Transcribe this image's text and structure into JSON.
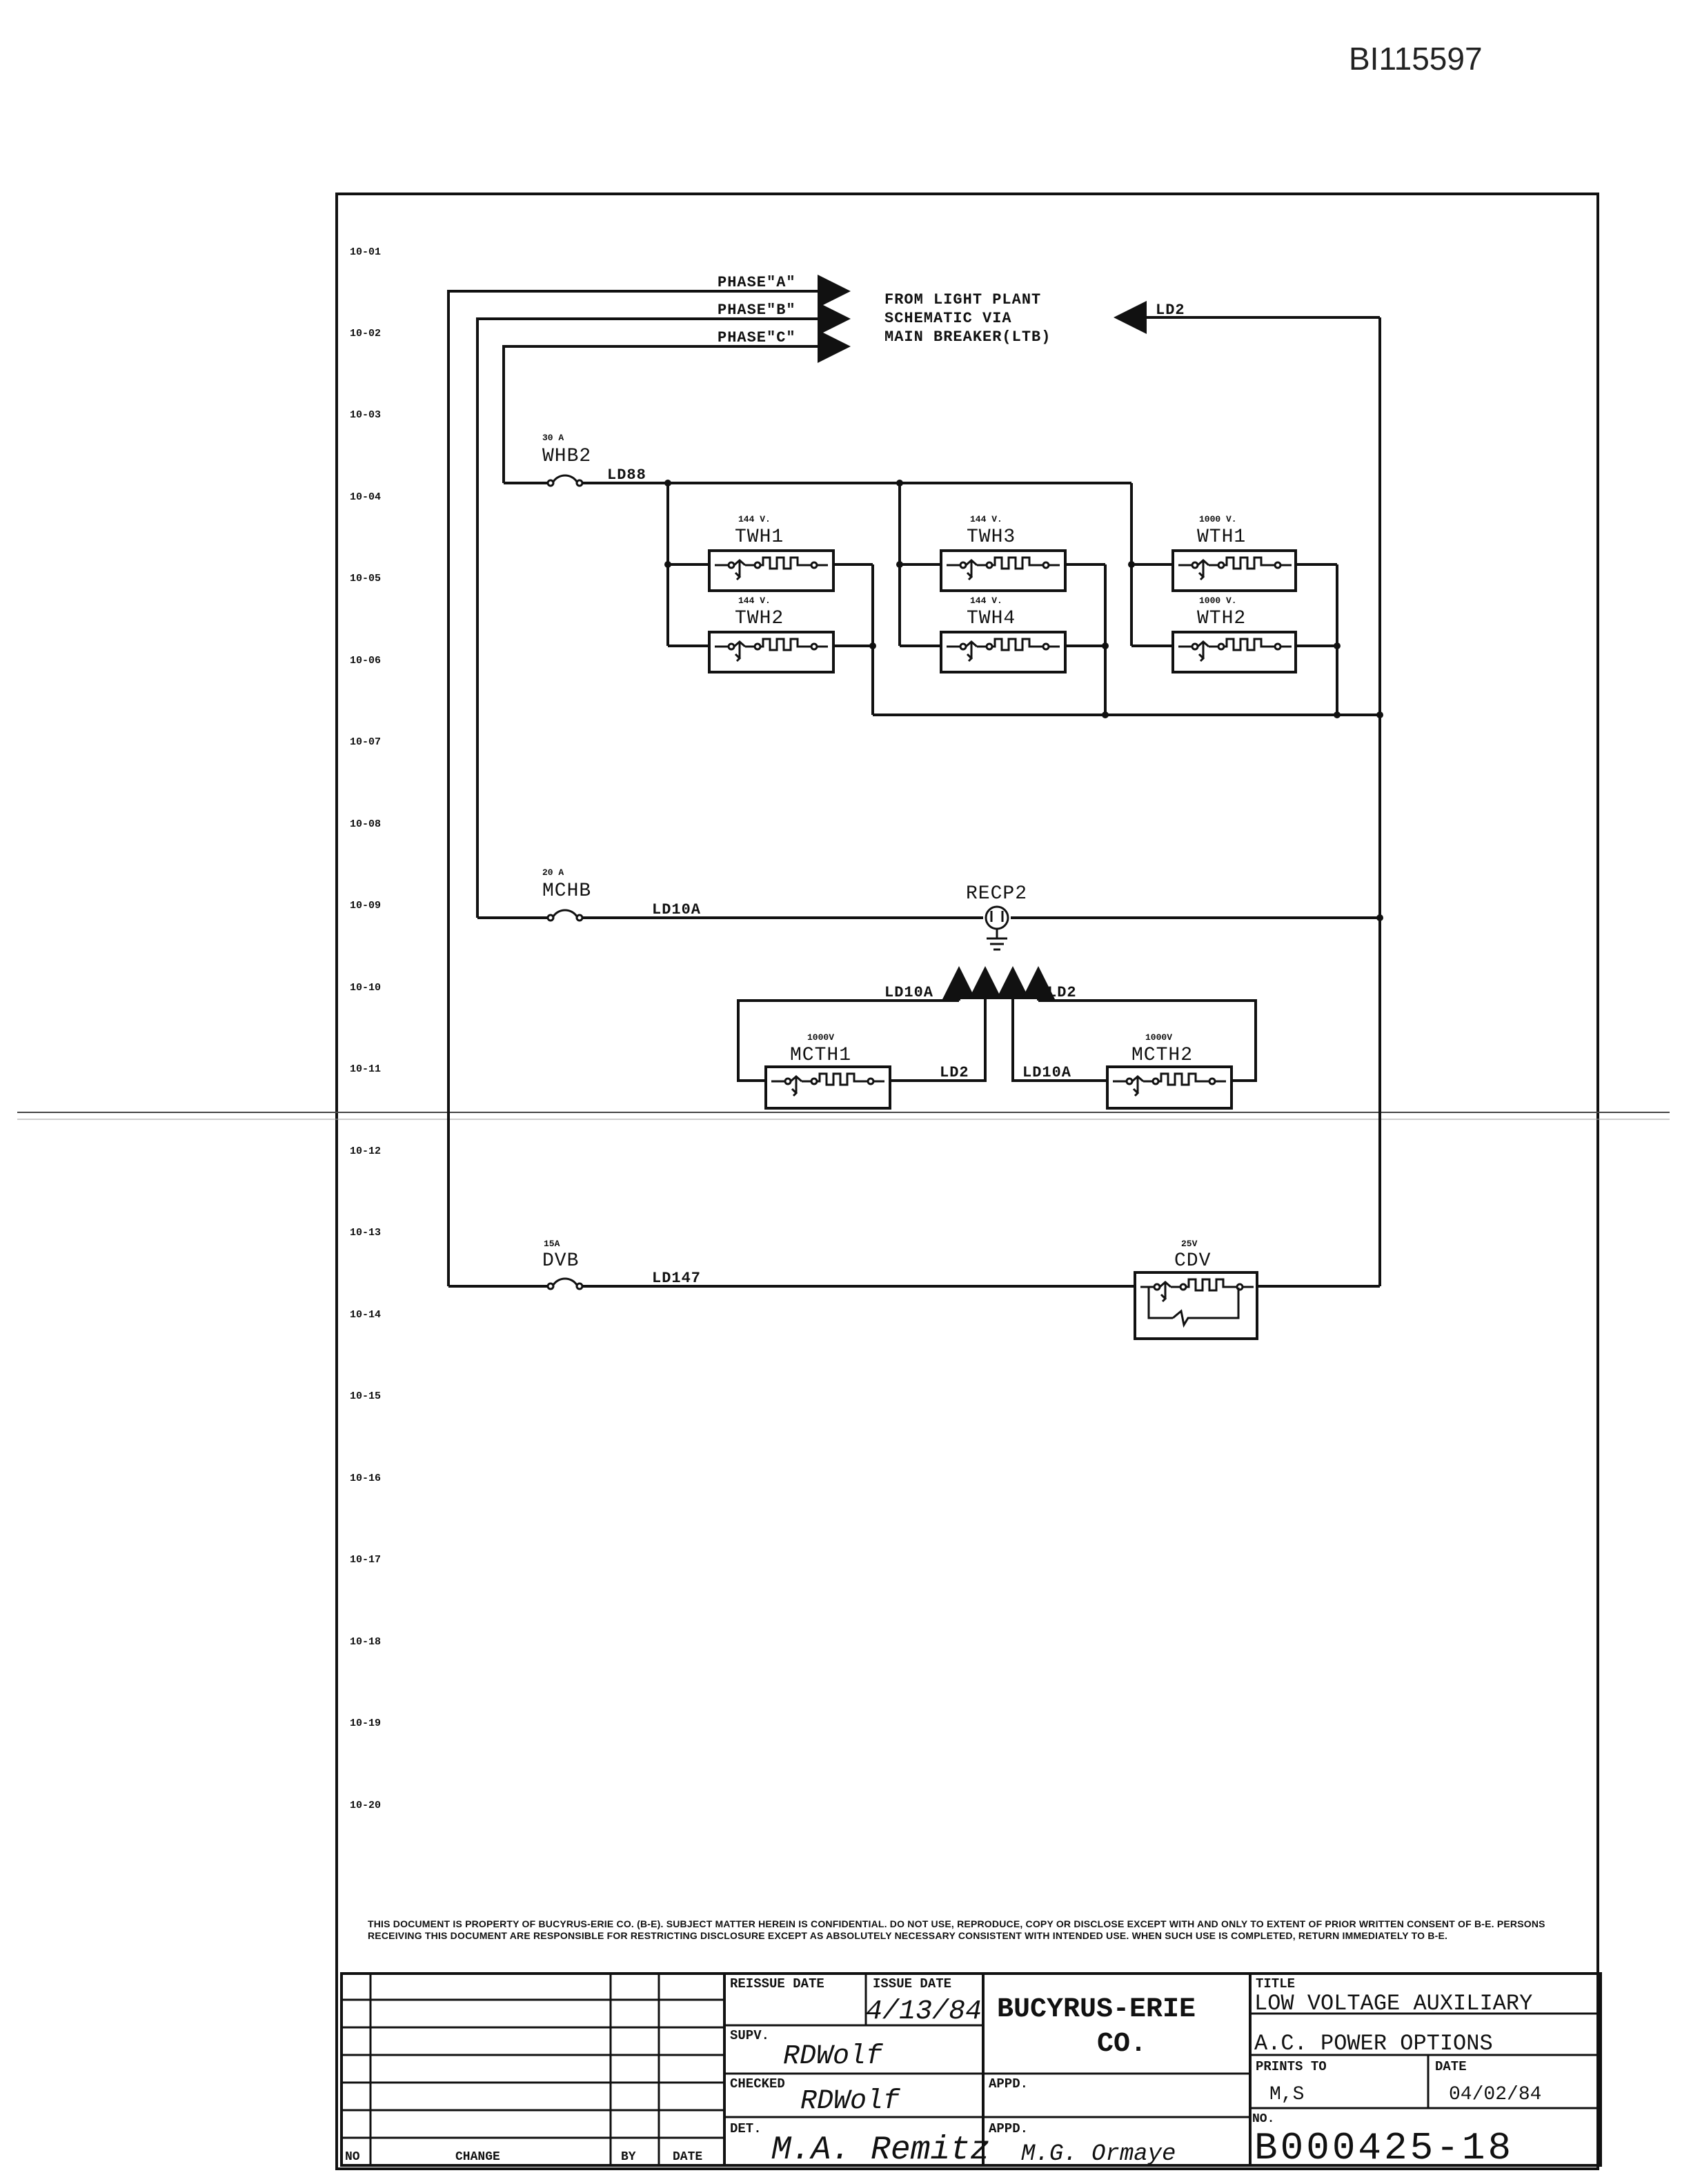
{
  "document_id": "BI115597",
  "rows": [
    "10-01",
    "10-02",
    "10-03",
    "10-04",
    "10-05",
    "10-06",
    "10-07",
    "10-08",
    "10-09",
    "10-10",
    "10-11",
    "10-12",
    "10-13",
    "10-14",
    "10-15",
    "10-16",
    "10-17",
    "10-18",
    "10-19",
    "10-20"
  ],
  "phases": [
    "PHASE\"A\"",
    "PHASE\"B\"",
    "PHASE\"C\""
  ],
  "source_note": [
    "FROM LIGHT PLANT",
    "SCHEMATIC VIA",
    "MAIN BREAKER(LTB)"
  ],
  "ld2_top": "LD2",
  "breakers": {
    "whb2": {
      "rating": "30 A",
      "name": "WHB2",
      "wire": "LD88"
    },
    "mchb": {
      "rating": "20 A",
      "name": "MCHB",
      "wire": "LD10A"
    },
    "dvb": {
      "rating": "15A",
      "name": "DVB",
      "wire": "LD147"
    }
  },
  "heaters": {
    "twh1": {
      "rating": "144 V.",
      "name": "TWH1"
    },
    "twh2": {
      "rating": "144 V.",
      "name": "TWH2"
    },
    "twh3": {
      "rating": "144 V.",
      "name": "TWH3"
    },
    "twh4": {
      "rating": "144 V.",
      "name": "TWH4"
    },
    "wth1": {
      "rating": "1000 V.",
      "name": "WTH1"
    },
    "wth2": {
      "rating": "1000 V.",
      "name": "WTH2"
    },
    "mcth1": {
      "rating": "1000V",
      "name": "MCTH1"
    },
    "mcth2": {
      "rating": "1000V",
      "name": "MCTH2"
    },
    "cdv": {
      "rating": "25V",
      "name": "CDV"
    }
  },
  "receptacle": {
    "name": "RECP2"
  },
  "wire_labels": {
    "ld10a_left": "LD10A",
    "ld2_right": "LD2",
    "ld2_mcth1": "LD2",
    "ld10a_mcth2": "LD10A"
  },
  "notice": "THIS DOCUMENT IS PROPERTY OF BUCYRUS-ERIE CO. (B-E). SUBJECT MATTER HEREIN IS CONFIDENTIAL. DO NOT USE, REPRODUCE, COPY OR DISCLOSE EXCEPT WITH AND ONLY TO EXTENT OF PRIOR WRITTEN CONSENT OF B-E. PERSONS RECEIVING THIS DOCUMENT ARE RESPONSIBLE FOR RESTRICTING DISCLOSURE EXCEPT AS ABSOLUTELY NECESSARY CONSISTENT WITH INTENDED USE. WHEN SUCH USE IS COMPLETED, RETURN IMMEDIATELY TO B-E.",
  "title_block": {
    "revision_headers": {
      "no": "NO",
      "change": "CHANGE",
      "by": "BY",
      "date": "DATE"
    },
    "reissue_date_label": "REISSUE DATE",
    "issue_date_label": "ISSUE DATE",
    "issue_date": "4/13/84",
    "company": [
      "BUCYRUS-ERIE",
      "CO."
    ],
    "supv_label": "SUPV.",
    "supv_sig": "RDWolf",
    "checked_label": "CHECKED",
    "checked_sig": "RDWolf",
    "appd_label_1": "APPD.",
    "det_label": "DET.",
    "det_sig": "M.A. Remitz",
    "appd_label_2": "APPD.",
    "appd_sig": "M.G. Ormaye",
    "title_label": "TITLE",
    "title_line1": "LOW VOLTAGE AUXILIARY",
    "title_line2": "A.C. POWER OPTIONS",
    "prints_to_label": "PRINTS TO",
    "prints_to": "M,S",
    "date_label": "DATE",
    "date": "04/02/84",
    "no_label": "NO.",
    "drawing_no": "B000425-18"
  }
}
